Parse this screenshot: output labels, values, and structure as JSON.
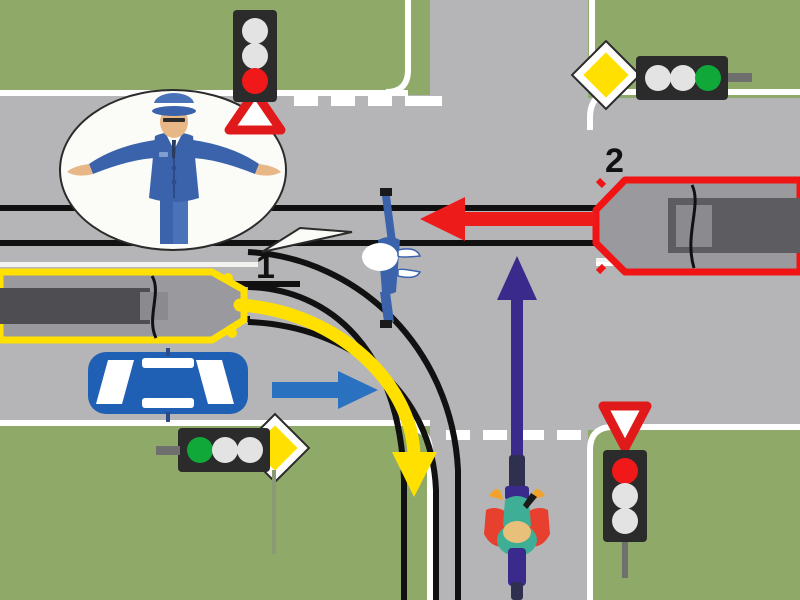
{
  "scene": {
    "title": "Traffic intersection scenario with tram, car, motorcycle and traffic officer",
    "colors": {
      "grass": "#8faa68",
      "road": "#b5b5b8",
      "road_dark": "#a8a8ac",
      "line_white": "#ffffff",
      "rail_black": "#111111",
      "tram_body": "#9a9a9e",
      "tram_window": "#5d5d61",
      "highlight_yellow": "#ffe000",
      "highlight_red": "#f01414",
      "car_blue": "#1f5fb4",
      "arrow_blue": "#2a72c0",
      "arrow_purple": "#3a2a8c",
      "arrow_yellow": "#ffe000",
      "arrow_red": "#ee1b1b",
      "signal_red": "#f01818",
      "signal_green": "#11a83a",
      "signal_off": "#e3e3e3",
      "signal_case": "#2b2b2b",
      "sign_yellow": "#ffe000",
      "sign_red": "#e01a1a",
      "officer_uniform": "#3a63ab",
      "officer_uniform_dark": "#2b4c87",
      "bubble_fill": "#fbfbf8"
    },
    "labels": [
      {
        "name": "tram-1-label",
        "text": "1"
      },
      {
        "name": "tram-2-label",
        "text": "2"
      }
    ],
    "vehicles": [
      {
        "name": "tram-1",
        "label": "1",
        "description": "Tram approaching from the left, highlighted with a yellow outline, turning right onto the crossing road",
        "highlight": "#ffe000",
        "path_arrow_color": "#ffe000",
        "direction": "left-to-right then turning right (downwards)"
      },
      {
        "name": "tram-2",
        "label": "2",
        "description": "Tram approaching from the right, highlighted with a red outline, travelling straight ahead to the left",
        "highlight": "#f01414",
        "path_arrow_color": "#ee1b1b",
        "direction": "right-to-left, straight"
      },
      {
        "name": "blue-car",
        "label": "",
        "description": "Blue passenger car behind the left tram, travelling to the right",
        "path_arrow_color": "#2a72c0",
        "direction": "left-to-right, straight"
      },
      {
        "name": "motorcycle",
        "label": "",
        "description": "Motorcycle entering from the bottom, travelling straight ahead upwards",
        "path_arrow_color": "#3a2a8c",
        "direction": "bottom-to-top, straight"
      }
    ],
    "traffic_lights": [
      {
        "name": "traffic-light-top-left",
        "orientation": "vertical",
        "lamps": [
          "off",
          "off",
          "red"
        ],
        "active": "red"
      },
      {
        "name": "traffic-light-top-right",
        "orientation": "horizontal",
        "lamps": [
          "off",
          "off",
          "green"
        ],
        "active": "green"
      },
      {
        "name": "traffic-light-bottom-left",
        "orientation": "horizontal",
        "lamps": [
          "green",
          "off",
          "off"
        ],
        "active": "green"
      },
      {
        "name": "traffic-light-bottom-right",
        "orientation": "vertical",
        "lamps": [
          "red",
          "off",
          "off"
        ],
        "active": "red"
      }
    ],
    "signs": [
      {
        "name": "priority-road-sign-top-right",
        "type": "priority-road",
        "shape": "diamond",
        "color": "#ffe000"
      },
      {
        "name": "priority-road-sign-bottom-left",
        "type": "priority-road",
        "shape": "diamond",
        "color": "#ffe000"
      },
      {
        "name": "warning-triangle-sign-top-left",
        "type": "warning-triangle-up",
        "shape": "triangle-up",
        "color": "#e01a1a"
      },
      {
        "name": "give-way-sign-bottom-right",
        "type": "give-way",
        "shape": "triangle-down",
        "color": "#e01a1a"
      }
    ],
    "officer": {
      "name": "traffic-officer",
      "description": "Traffic officer standing in the middle of the intersection with both arms extended sideways",
      "inset_description": "Close-up illustration of the officer in a blue uniform and white peaked cap, arms extended horizontally",
      "signal_meaning": "arms-extended-sideways"
    },
    "road_markings": {
      "give_way_line_top": "dashed",
      "give_way_line_bottom": "dashed",
      "edge_lines": "solid white",
      "tram_tracks": "black rails, straight across and curving to the bottom"
    }
  }
}
